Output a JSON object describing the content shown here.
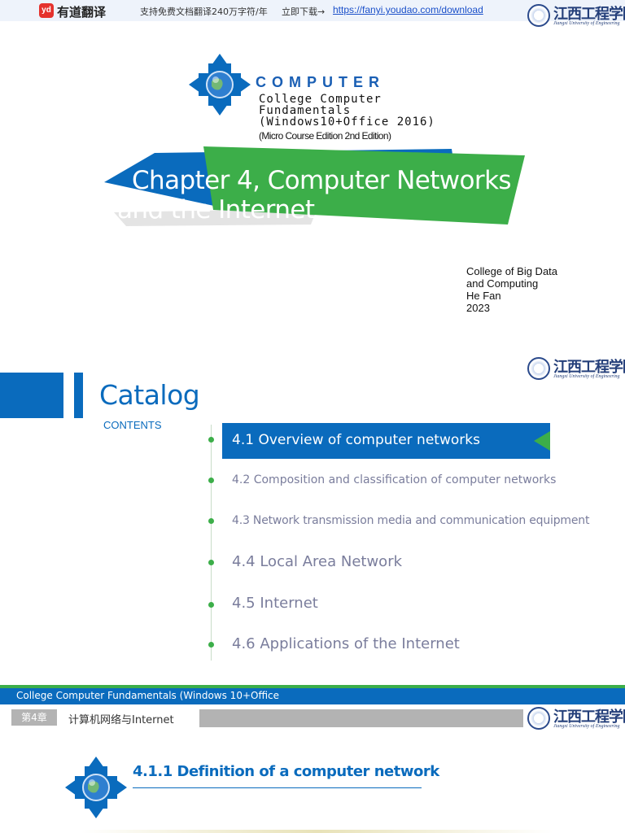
{
  "topbar": {
    "brand_mark": "yd",
    "brand_name": "有道翻译",
    "promo_text": "支持免费文档翻译240万字符/年",
    "download_text": "立即下载→",
    "download_link": "https://fanyi.youdao.com/download"
  },
  "university_logo": {
    "name_cn": "江西工程学院",
    "name_en": "Jiangxi University of Engineering"
  },
  "slide1": {
    "computer_label": "COMPUTER",
    "subtitle_lines": [
      "College Computer",
      "Fundamentals",
      "(Windows10+Office 2016)"
    ],
    "edition": "(Micro Course Edition 2nd Edition)",
    "chapter_title_line1": "Chapter 4, Computer Networks",
    "chapter_title_line2": "and the Internet",
    "author_lines": [
      "College of Big Data",
      "and Computing",
      "He Fan",
      "2023"
    ]
  },
  "slide2": {
    "title": "Catalog",
    "subtitle": "CONTENTS",
    "items": [
      {
        "label": "4.1 Overview of computer networks",
        "active": true
      },
      {
        "label": "4.2 Composition and classification of computer networks",
        "active": false
      },
      {
        "label": "4.3 Network transmission media and communication equipment",
        "active": false
      },
      {
        "label": "4.4 Local Area Network",
        "active": false
      },
      {
        "label": "4.5 Internet",
        "active": false
      },
      {
        "label": "4.6 Applications of the Internet",
        "active": false
      }
    ]
  },
  "slide3": {
    "header_text": "College Computer Fundamentals (Windows 10+Office",
    "chapter_tag": "第4章",
    "chapter_name": "计算机网络与Internet",
    "section_title": "4.1.1 Definition of a computer network"
  },
  "colors": {
    "primary_blue": "#0a6bbd",
    "accent_green": "#3cae49",
    "toc_gray": "#7a7d9c",
    "youdao_red": "#e5322d"
  }
}
